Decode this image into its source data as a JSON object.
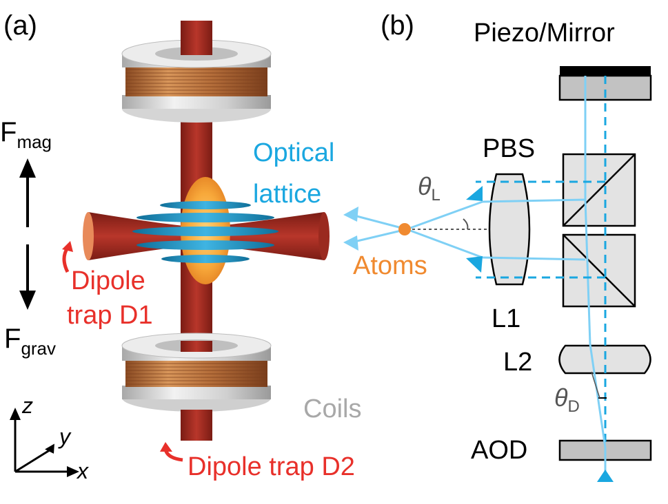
{
  "panel_a": {
    "label": "(a)",
    "force_up": {
      "main": "F",
      "sub": "mag"
    },
    "force_down": {
      "main": "F",
      "sub": "grav"
    },
    "optical_lattice_line1": "Optical",
    "optical_lattice_line2": "lattice",
    "dipole_d1_line1": "Dipole",
    "dipole_d1_line2": "trap D1",
    "dipole_d2": "Dipole trap D2",
    "coils": "Coils",
    "axes": {
      "z": "z",
      "y": "y",
      "x": "x"
    }
  },
  "panel_b": {
    "label": "(b)",
    "piezo_mirror": "Piezo/Mirror",
    "pbs": "PBS",
    "theta_l": {
      "main": "θ",
      "sub": "L"
    },
    "atoms": "Atoms",
    "l1": "L1",
    "l2": "L2",
    "theta_d": {
      "main": "θ",
      "sub": "D"
    },
    "aod": "AOD"
  },
  "colors": {
    "beam_red": "#9e2a1f",
    "lattice_blue": "#1f8fbf",
    "laser_light_blue": "#7fd0f5",
    "atoms_orange": "#f08a30",
    "label_red": "#e8302a",
    "label_blue": "#1aa7e0",
    "coil_copper": "#c77a45",
    "coil_silver": "#d8d8d8"
  }
}
